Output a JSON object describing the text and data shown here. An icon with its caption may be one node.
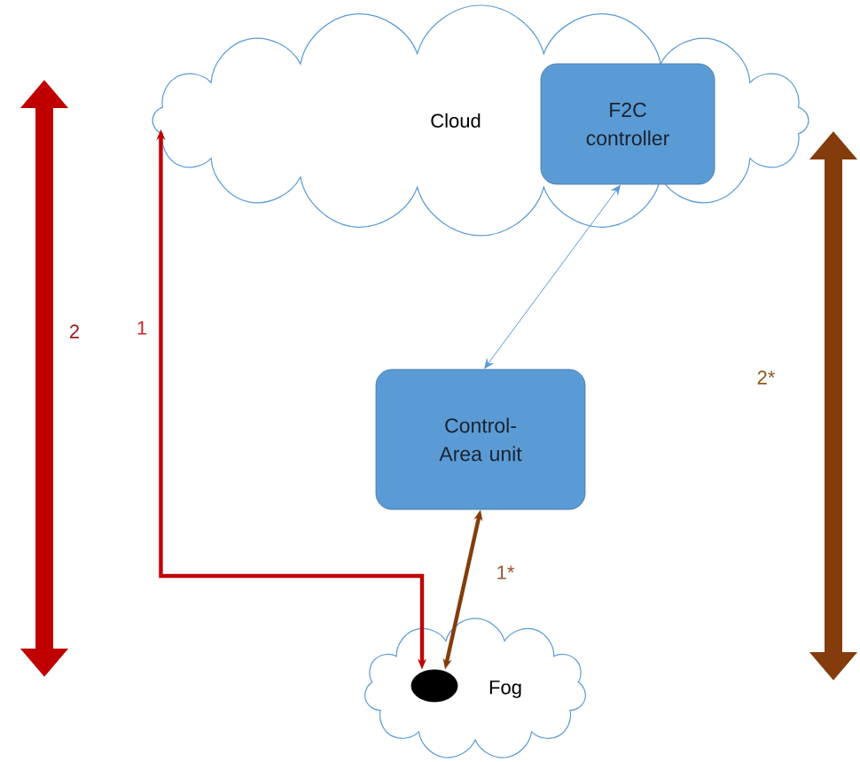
{
  "diagram": {
    "nodes": [
      {
        "text": [
          "Cloud"
        ]
      },
      {
        "text": [
          "F2C controller"
        ],
        "in": 0
      },
      {
        "text": [
          "Control- Area unit"
        ]
      },
      {
        "text": [
          "Fog"
        ]
      },
      {
        "text": [],
        "shape": "circle",
        "in": 3
      }
    ],
    "edges": [
      {
        "from": 1,
        "to": 2,
        "arrow": "both",
        "color": "#5b9bd5"
      },
      {
        "from": 0,
        "to": 4,
        "arrow": "both",
        "label": "1",
        "color": "#c00000"
      },
      {
        "from": 2,
        "to": 4,
        "arrow": "both",
        "label": "1*",
        "color": "#843c0c"
      }
    ],
    "labels": [
      "2",
      "2*"
    ]
  }
}
